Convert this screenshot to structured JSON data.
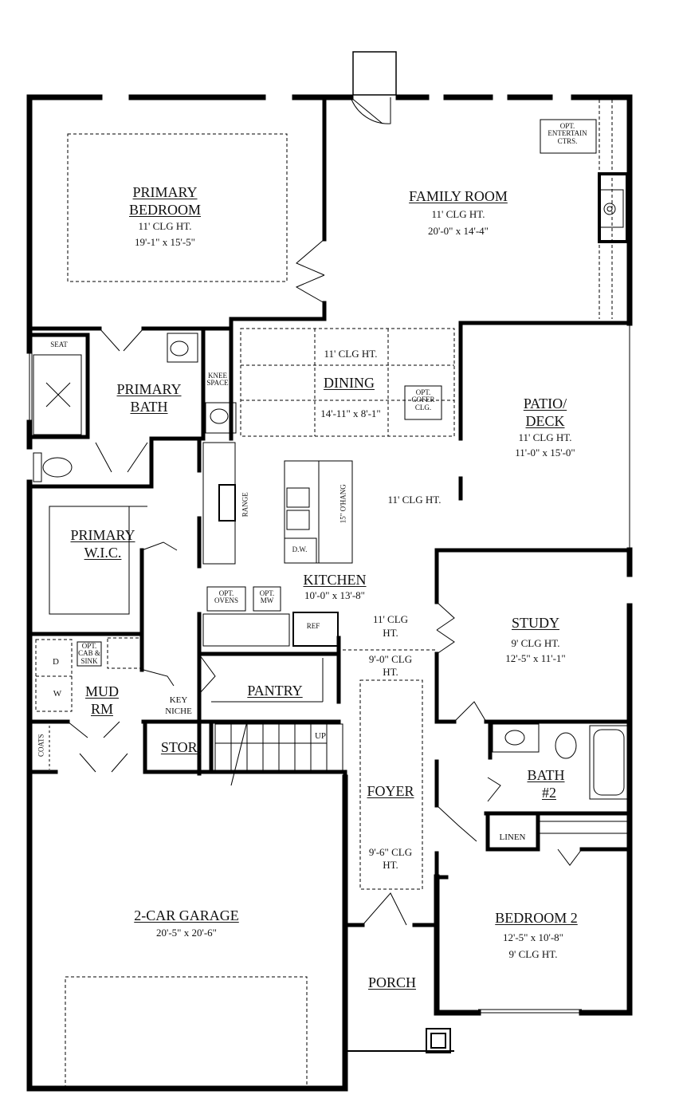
{
  "rooms": {
    "primary_bedroom": {
      "name1": "PRIMARY",
      "name2": "BEDROOM",
      "ceiling": "11' CLG HT.",
      "size": "19'-1\" x 15'-5\""
    },
    "family_room": {
      "name": "FAMILY ROOM",
      "ceiling": "11' CLG HT.",
      "size": "20'-0\" x 14'-4\""
    },
    "dining": {
      "name": "DINING",
      "ceiling": "11' CLG HT.",
      "size": "14'-11\" x 8'-1\""
    },
    "patio": {
      "name1": "PATIO/",
      "name2": "DECK",
      "ceiling": "11' CLG HT.",
      "size": "11'-0\" x 15'-0\""
    },
    "primary_bath": {
      "name1": "PRIMARY",
      "name2": "BATH"
    },
    "primary_wic": {
      "name1": "PRIMARY",
      "name2": "W.I.C."
    },
    "kitchen": {
      "name": "KITCHEN",
      "size": "10'-0\" x 13'-8\"",
      "ceiling_main": "11' CLG HT.",
      "ceiling_lower1": "11' CLG",
      "ceiling_lower2": "HT."
    },
    "study": {
      "name": "STUDY",
      "ceiling": "9' CLG HT.",
      "size": "12'-5\" x 11'-1\""
    },
    "mud_room": {
      "name1": "MUD",
      "name2": "RM"
    },
    "pantry": {
      "name": "PANTRY"
    },
    "storage": {
      "name": "STOR."
    },
    "foyer": {
      "name": "FOYER",
      "ceiling1": "9'-6\" CLG",
      "ceiling2": "HT.",
      "hall_ceiling1": "9'-0\" CLG",
      "hall_ceiling2": "HT."
    },
    "bath2": {
      "name1": "BATH",
      "name2": "#2"
    },
    "bedroom2": {
      "name": "BEDROOM 2",
      "size": "12'-5\" x 10'-8\"",
      "ceiling": "9' CLG HT."
    },
    "garage": {
      "name": "2-CAR GARAGE",
      "size": "20'-5\" x 20'-6\""
    },
    "porch": {
      "name": "PORCH"
    }
  },
  "notes": {
    "entertain1": "OPT.",
    "entertain2": "ENTERTAIN",
    "entertain3": "CTRS.",
    "cofer1": "OPT.",
    "cofer2": "COFER",
    "cofer3": "CLG.",
    "ovens1": "OPT.",
    "ovens2": "OVENS",
    "mw1": "OPT.",
    "mw2": "MW",
    "cab1": "OPT.",
    "cab2": "CAB &",
    "cab3": "SINK",
    "seat": "SEAT",
    "knee1": "KNEE",
    "knee2": "SPACE",
    "range": "RANGE",
    "ohang": "15\" O'HANG",
    "dw": "D.W.",
    "ref": "REF",
    "key1": "KEY",
    "key2": "NICHE",
    "up": "UP",
    "coats": "COATS",
    "dryer": "D",
    "washer": "W",
    "linen": "LINEN"
  }
}
